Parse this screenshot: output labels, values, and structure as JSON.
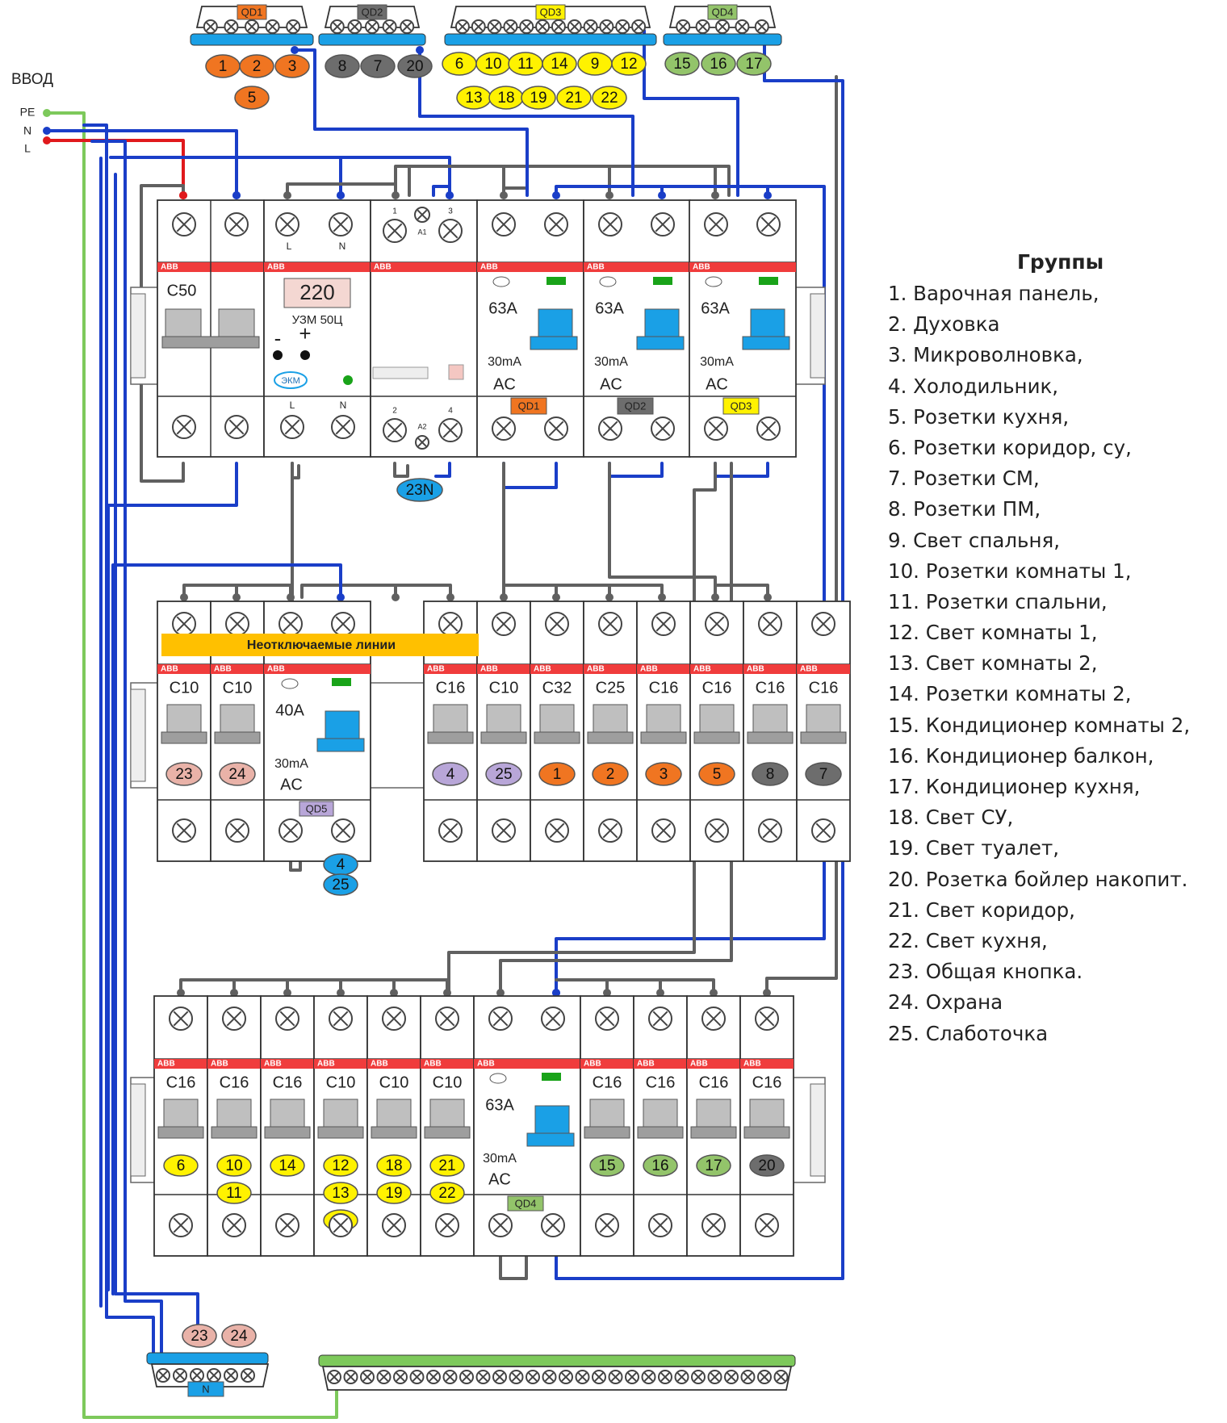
{
  "input": {
    "title": "ВВОД",
    "pe": "PE",
    "n": "N",
    "l": "L"
  },
  "colors": {
    "phase": "#e0191c",
    "neutral": "#1a3ec8",
    "earth": "#7dc95b",
    "jumper": "#606060",
    "orange": "#f07521",
    "gray": "#6d6d6d",
    "yellow": "#fff200",
    "green": "#93c46a",
    "pink": "#e9b2a8",
    "lilac": "#b8a6d8",
    "cyan": "#1aa0e6",
    "abb_red": "#f03c3c",
    "label_bar": "#ffc000"
  },
  "top_busbars": [
    {
      "tag": "QD1",
      "tag_color": "orange",
      "terminals": 5,
      "circles": [
        {
          "n": "1",
          "c": "orange"
        },
        {
          "n": "2",
          "c": "orange"
        },
        {
          "n": "3",
          "c": "orange"
        },
        {
          "n": "5",
          "c": "orange"
        }
      ]
    },
    {
      "tag": "QD2",
      "tag_color": "gray",
      "terminals": 5,
      "circles": [
        {
          "n": "8",
          "c": "gray"
        },
        {
          "n": "7",
          "c": "gray"
        },
        {
          "n": "20",
          "c": "gray"
        }
      ]
    },
    {
      "tag": "QD3",
      "tag_color": "yellow",
      "terminals": 12,
      "circles": [
        {
          "n": "6",
          "c": "yellow"
        },
        {
          "n": "10",
          "c": "yellow"
        },
        {
          "n": "11",
          "c": "yellow"
        },
        {
          "n": "14",
          "c": "yellow"
        },
        {
          "n": "9",
          "c": "yellow"
        },
        {
          "n": "12",
          "c": "yellow"
        },
        {
          "n": "13",
          "c": "yellow"
        },
        {
          "n": "18",
          "c": "yellow"
        },
        {
          "n": "19",
          "c": "yellow"
        },
        {
          "n": "21",
          "c": "yellow"
        },
        {
          "n": "22",
          "c": "yellow"
        }
      ]
    },
    {
      "tag": "QD4",
      "tag_color": "green",
      "terminals": 5,
      "circles": [
        {
          "n": "15",
          "c": "green"
        },
        {
          "n": "16",
          "c": "green"
        },
        {
          "n": "17",
          "c": "green"
        }
      ]
    }
  ],
  "row1": {
    "main_breaker": {
      "rating": "C50"
    },
    "voltage_relay": {
      "display": "220",
      "model": "УЗМ 50Ц",
      "brand": "ЭКМ",
      "minus": "-",
      "plus": "+",
      "l": "L",
      "n": "N"
    },
    "contactor": {
      "t1": "1",
      "t3": "3",
      "a1": "A1",
      "t2": "2",
      "t4": "4",
      "a2": "A2",
      "tag": "23N"
    },
    "rcds": [
      {
        "rating": "63A",
        "leak": "30mA",
        "type": "AC",
        "tag": "QD1",
        "tag_color": "orange"
      },
      {
        "rating": "63A",
        "leak": "30mA",
        "type": "AC",
        "tag": "QD2",
        "tag_color": "gray"
      },
      {
        "rating": "63A",
        "leak": "30mA",
        "type": "AC",
        "tag": "QD3",
        "tag_color": "yellow"
      }
    ]
  },
  "row2": {
    "label": "Неотключаемые линии",
    "breakers": [
      {
        "rating": "C10",
        "group": "23",
        "c": "pink"
      },
      {
        "rating": "C10",
        "group": "24",
        "c": "pink"
      },
      {
        "rcd": true,
        "rating": "40A",
        "leak": "30mA",
        "type": "AC",
        "tag": "QD5",
        "tag_color": "lilac",
        "groups": [
          "4",
          "25"
        ]
      },
      {
        "rating": "C16",
        "group": "4",
        "c": "lilac"
      },
      {
        "rating": "C10",
        "group": "25",
        "c": "lilac"
      },
      {
        "rating": "C32",
        "group": "1",
        "c": "orange"
      },
      {
        "rating": "C25",
        "group": "2",
        "c": "orange"
      },
      {
        "rating": "C16",
        "group": "3",
        "c": "orange"
      },
      {
        "rating": "C16",
        "group": "5",
        "c": "orange"
      },
      {
        "rating": "C16",
        "group": "8",
        "c": "gray"
      },
      {
        "rating": "C16",
        "group": "7",
        "c": "gray"
      }
    ]
  },
  "row3": {
    "breakers": [
      {
        "rating": "C16",
        "groups": [
          "6"
        ],
        "c": "yellow"
      },
      {
        "rating": "C16",
        "groups": [
          "10",
          "11"
        ],
        "c": "yellow"
      },
      {
        "rating": "C16",
        "groups": [
          "14"
        ],
        "c": "yellow"
      },
      {
        "rating": "C10",
        "groups": [
          "12",
          "13",
          "9"
        ],
        "c": "yellow"
      },
      {
        "rating": "C10",
        "groups": [
          "18",
          "19"
        ],
        "c": "yellow"
      },
      {
        "rating": "C10",
        "groups": [
          "21",
          "22"
        ],
        "c": "yellow"
      },
      {
        "rcd": true,
        "rating": "63A",
        "leak": "30mA",
        "type": "AC",
        "tag": "QD4",
        "tag_color": "green"
      },
      {
        "rating": "C16",
        "groups": [
          "15"
        ],
        "c": "green"
      },
      {
        "rating": "C16",
        "groups": [
          "16"
        ],
        "c": "green"
      },
      {
        "rating": "C16",
        "groups": [
          "17"
        ],
        "c": "green"
      },
      {
        "rating": "C16",
        "groups": [
          "20"
        ],
        "c": "gray"
      }
    ]
  },
  "bottom": {
    "n_bus_tag": "N",
    "n_circles": [
      {
        "n": "23",
        "c": "pink"
      },
      {
        "n": "24",
        "c": "pink"
      }
    ]
  },
  "brand": "ABB",
  "legend": {
    "title": "Группы",
    "items": [
      "1. Варочная панель,",
      "2. Духовка",
      "3. Микроволновка,",
      "4. Холодильник,",
      "5. Розетки кухня,",
      "6. Розетки коридор, су,",
      "7. Розетки СМ,",
      "8. Розетки ПМ,",
      "9. Свет спальня,",
      "10. Розетки комнаты 1,",
      "11. Розетки спальни,",
      "12. Свет комнаты 1,",
      "13. Свет комнаты 2,",
      "14. Розетки комнаты 2,",
      "15. Кондиционер комнаты 2,",
      "16. Кондиционер балкон,",
      "17. Кондиционер кухня,",
      "18. Свет СУ,",
      "19. Свет туалет,",
      "20. Розетка бойлер накопит.",
      "21. Свет коридор,",
      "22. Свет кухня,",
      "23. Общая кнопка.",
      "24. Охрана",
      "25. Слаботочка"
    ]
  }
}
